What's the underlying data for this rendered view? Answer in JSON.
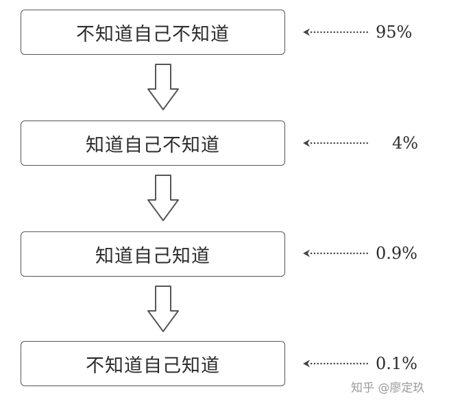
{
  "levels": [
    {
      "label": "不知道自己不知道",
      "percent": "95%"
    },
    {
      "label": "知道自己不知道",
      "percent": "4%"
    },
    {
      "label": "知道自己知道",
      "percent": "0.9%"
    },
    {
      "label": "不知道自己知道",
      "percent": "0.1%"
    }
  ],
  "watermark": "知乎 @廖定玖",
  "colors": {
    "line": "#555555",
    "text": "#2b2b2b",
    "watermark": "#9b9b9b"
  },
  "icons": {
    "flow_arrow": "down-hollow-arrow-icon",
    "pointer": "dotted-left-arrow-icon"
  }
}
